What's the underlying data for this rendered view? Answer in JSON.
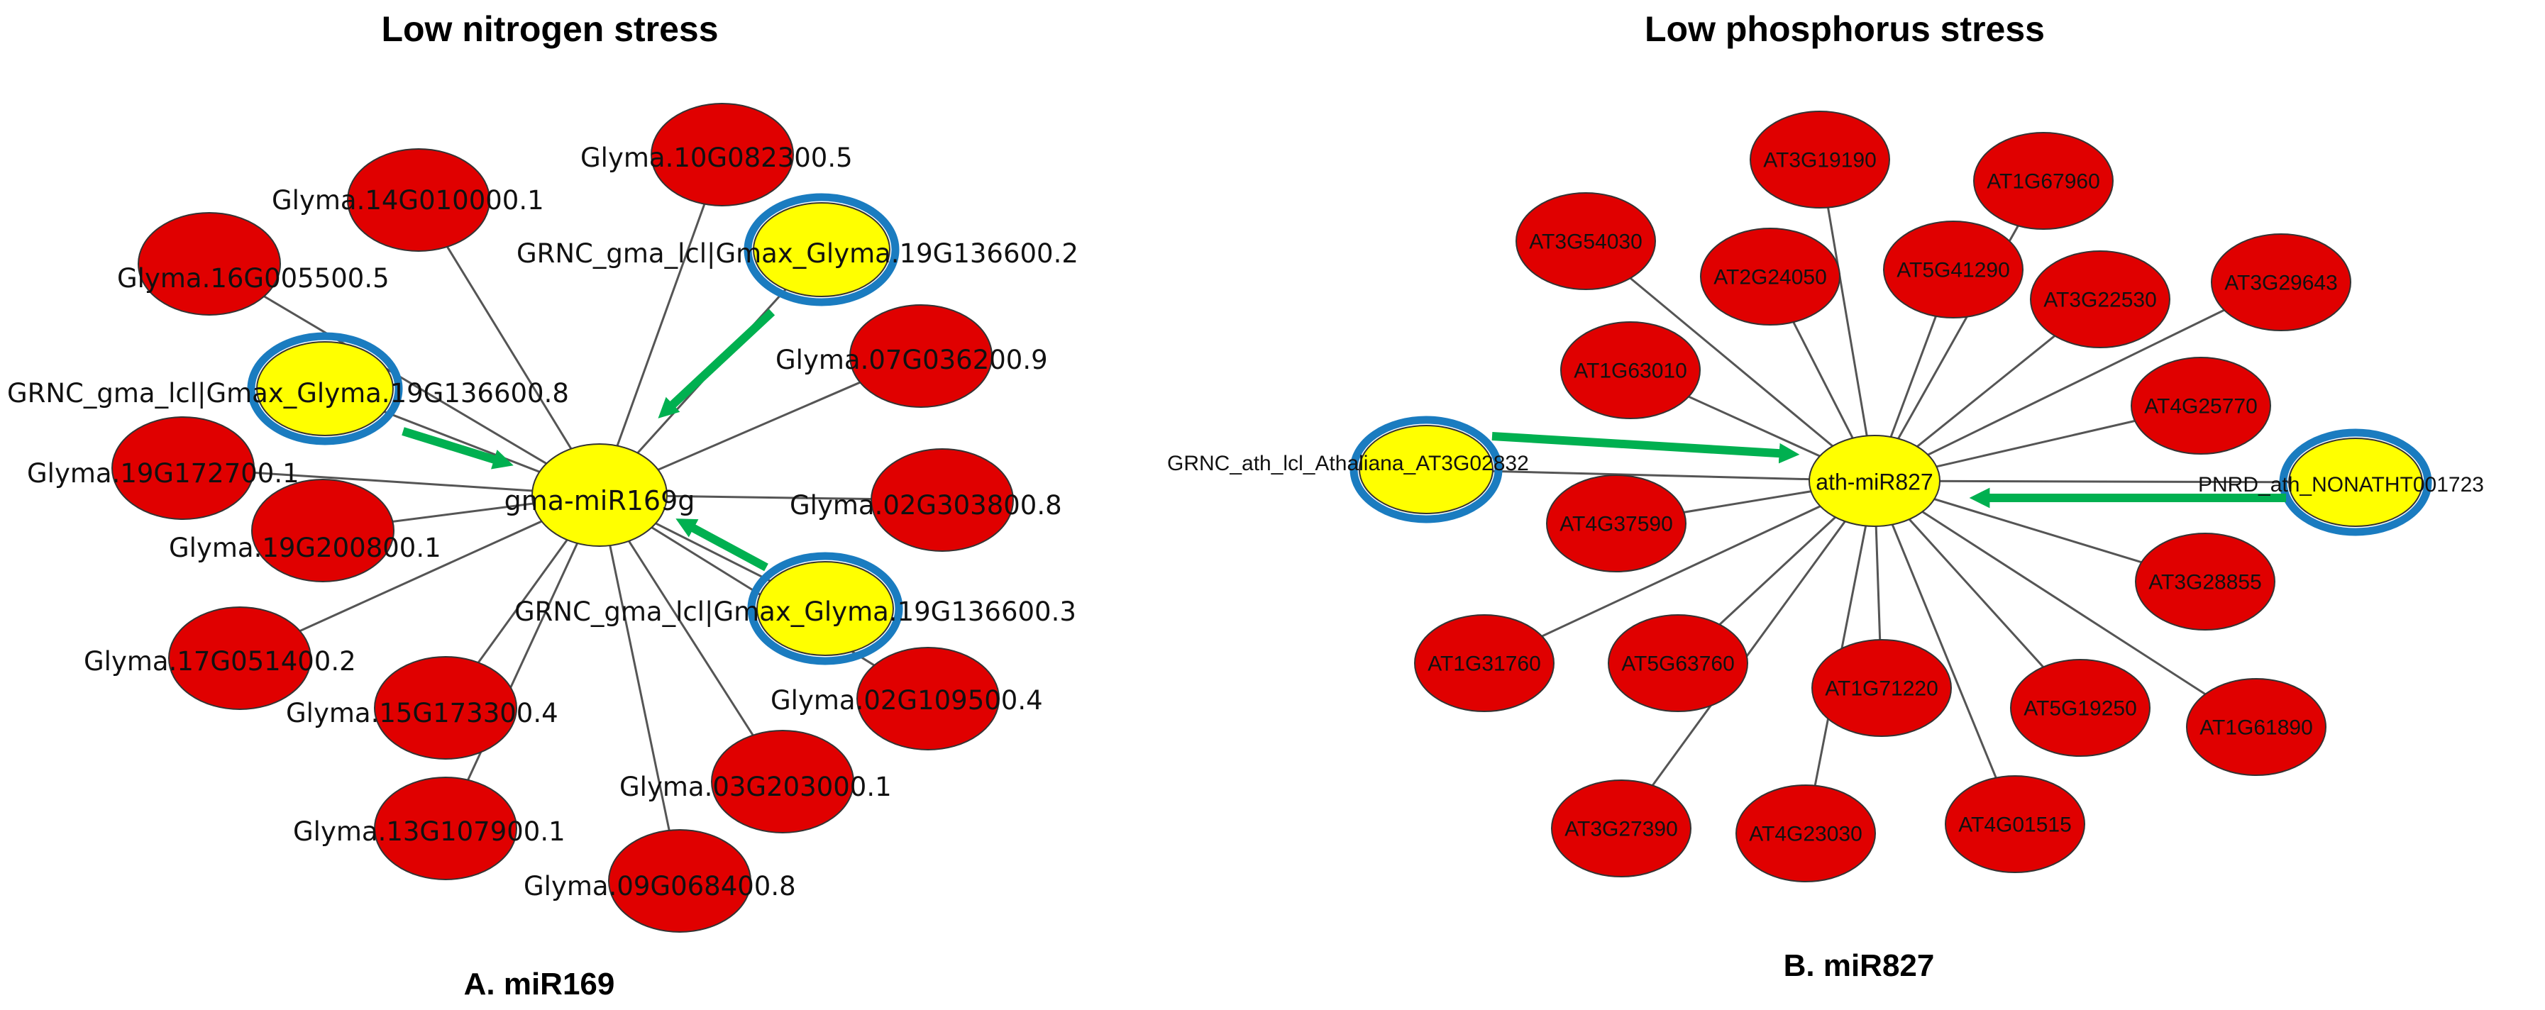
{
  "panels": [
    {
      "title": "Low  nitrogen stress",
      "caption": "A. miR169",
      "center": {
        "label": "gma-miR169g"
      },
      "nodes": [
        {
          "label": "Glyma.10G082300.5",
          "type": "target"
        },
        {
          "label": "Glyma.14G010000.1",
          "type": "target"
        },
        {
          "label": "GRNC_gma_lcl|Gmax_Glyma.19G136600.2",
          "type": "highlight"
        },
        {
          "label": "Glyma.16G005500.5",
          "type": "target"
        },
        {
          "label": "Glyma.07G036200.9",
          "type": "target"
        },
        {
          "label": "GRNC_gma_lcl|Gmax_Glyma.19G136600.8",
          "type": "highlight"
        },
        {
          "label": "Glyma.19G172700.1",
          "type": "target"
        },
        {
          "label": "Glyma.02G303800.8",
          "type": "target"
        },
        {
          "label": "Glyma.19G200800.1",
          "type": "target"
        },
        {
          "label": "GRNC_gma_lcl|Gmax_Glyma.19G136600.3",
          "type": "highlight"
        },
        {
          "label": "Glyma.17G051400.2",
          "type": "target"
        },
        {
          "label": "Glyma.02G109500.4",
          "type": "target"
        },
        {
          "label": "Glyma.15G173300.4",
          "type": "target"
        },
        {
          "label": "Glyma.03G203000.1",
          "type": "target"
        },
        {
          "label": "Glyma.13G107900.1",
          "type": "target"
        },
        {
          "label": "Glyma.09G068400.8",
          "type": "target"
        }
      ]
    },
    {
      "title": "Low  phosphorus stress",
      "caption": "B. miR827",
      "center": {
        "label": "ath-miR827"
      },
      "nodes": [
        {
          "label": "AT3G19190",
          "type": "target"
        },
        {
          "label": "AT1G67960",
          "type": "target"
        },
        {
          "label": "AT3G54030",
          "type": "target"
        },
        {
          "label": "AT2G24050",
          "type": "target"
        },
        {
          "label": "AT5G41290",
          "type": "target"
        },
        {
          "label": "AT3G22530",
          "type": "target"
        },
        {
          "label": "AT3G29643",
          "type": "target"
        },
        {
          "label": "AT1G63010",
          "type": "target"
        },
        {
          "label": "AT4G25770",
          "type": "target"
        },
        {
          "label": "GRNC_ath_lcl_Athaliana_AT3G02832",
          "type": "highlight"
        },
        {
          "label": "PNRD_ath_NONATHT001723",
          "type": "highlight"
        },
        {
          "label": "AT4G37590",
          "type": "target"
        },
        {
          "label": "AT3G28855",
          "type": "target"
        },
        {
          "label": "AT1G31760",
          "type": "target"
        },
        {
          "label": "AT5G63760",
          "type": "target"
        },
        {
          "label": "AT1G71220",
          "type": "target"
        },
        {
          "label": "AT5G19250",
          "type": "target"
        },
        {
          "label": "AT1G61890",
          "type": "target"
        },
        {
          "label": "AT3G27390",
          "type": "target"
        },
        {
          "label": "AT4G23030",
          "type": "target"
        },
        {
          "label": "AT4G01515",
          "type": "target"
        }
      ]
    }
  ],
  "colors": {
    "target_node": "#e00000",
    "center_node": "#ffff00",
    "highlight_node": "#ffff00",
    "highlight_ring": "#1a7cc0",
    "arrow": "#00b050",
    "edge": "#555555"
  }
}
